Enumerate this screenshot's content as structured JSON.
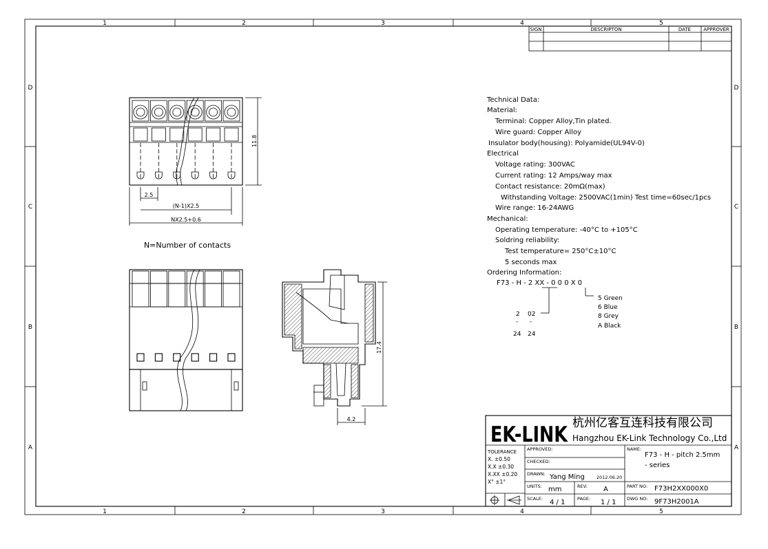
{
  "frame": {
    "top_zones": [
      "1",
      "2",
      "3",
      "4",
      "5"
    ],
    "bottom_zones": [
      "1",
      "2",
      "3",
      "4",
      "5"
    ],
    "left_zones": [
      "D",
      "C",
      "B",
      "A"
    ],
    "right_zones": [
      "D",
      "C",
      "B",
      "A"
    ]
  },
  "revision_table": {
    "headers": [
      "SIGN",
      "DESCRIPTON",
      "DATE",
      "APPROVER"
    ]
  },
  "front_view": {
    "height_dim": "11.8",
    "pitch_dim": "2.5",
    "span_dim": "(N-1)X2.5",
    "total_dim": "NX2.5+0.6",
    "note": "N=Number of contacts"
  },
  "side_view": {
    "height_dim": "17.4",
    "width_dim": "4.2"
  },
  "technical_data": {
    "lines": [
      "Technical Data:",
      "Material:",
      "Terminal: Copper Alloy,Tin plated.",
      "Wire guard: Copper Alloy",
      "Insulator body(housing): Polyamide(UL94V-0)",
      "Electrical",
      "Voltage rating: 300VAC",
      "Current rating: 12 Amps/way max",
      "Contact resistance: 20mΩ(max)",
      "Withstanding Voltage: 2500VAC(1min) Test time=60sec/1pcs",
      "Wire range: 16-24AWG",
      "Mechanical:",
      "Operating temperature: -40°C to +105°C",
      "Soldring reliability:",
      "Test temperature= 250°C±10°C",
      "5 seconds max",
      "Ordering Information:"
    ]
  },
  "ordering": {
    "code": "F73 - H - 2 XX - 0 0 0 X  0",
    "colors": [
      "5  Green",
      "6  Blue",
      "8  Grey",
      "A  Black"
    ],
    "way_from": "2",
    "way_to": "24",
    "code_from": "02",
    "code_to": "24"
  },
  "title_block": {
    "logo": "EK-LINK",
    "company_cn": "杭州亿客互连科技有限公司",
    "company_en": "Hangzhou EK-Link Technology Co.,Ltd",
    "tolerance_label": "TOLERANCE",
    "tolerances": [
      "X.    ±0.50",
      "X.X   ±0.30",
      "X.XX ±0.20",
      "X°    ±1°"
    ],
    "approved_label": "APPROVED:",
    "checked_label": "CHECKED:",
    "drawn_label": "DRAWN:",
    "drawn_by": "Yang Ming",
    "drawn_date": "2012.06.20",
    "units_label": "UNITS:",
    "units": "mm",
    "rev_label": "REV:",
    "rev": "A",
    "scale_label": "SCALE:",
    "scale": "4 / 1",
    "page_label": "PAGE:",
    "page": "1 / 1",
    "name_label": "NAME:",
    "name_line1": "F73 - H - pitch 2.5mm",
    "name_line2": "- series",
    "part_label": "PART NO:",
    "part_no": "F73H2XX000X0",
    "dwg_label": "DWG NO:",
    "dwg_no": "9F73H2001A"
  }
}
